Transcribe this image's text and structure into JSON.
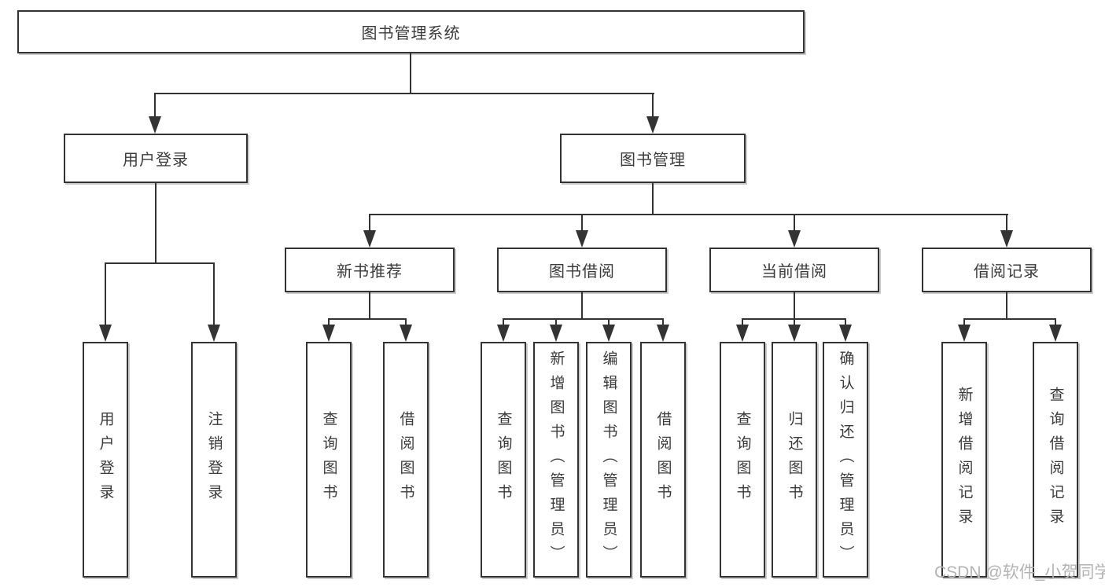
{
  "colors": {
    "line": "#333333",
    "text": "#3b3b3b",
    "watermark": "#b3b3b3",
    "background": "#ffffff"
  },
  "watermark": {
    "text": "CSDN @软件_小贺同学"
  },
  "diagram": {
    "type": "hierarchy-tree",
    "root": {
      "label": "图书管理系统"
    },
    "branches": [
      {
        "label": "用户登录",
        "children": [
          {
            "label": "用户登录"
          },
          {
            "label": "注销登录"
          }
        ]
      },
      {
        "label": "图书管理",
        "children": [
          {
            "label": "新书推荐",
            "children": [
              {
                "label": "查询图书"
              },
              {
                "label": "借阅图书"
              }
            ]
          },
          {
            "label": "图书借阅",
            "children": [
              {
                "label": "查询图书"
              },
              {
                "label": "新增图书（管理员）"
              },
              {
                "label": "编辑图书（管理员）"
              },
              {
                "label": "借阅图书"
              }
            ]
          },
          {
            "label": "当前借阅",
            "children": [
              {
                "label": "查询图书"
              },
              {
                "label": "归还图书"
              },
              {
                "label": "确认归还（管理员）"
              }
            ]
          },
          {
            "label": "借阅记录",
            "children": [
              {
                "label": "新增借阅记录"
              },
              {
                "label": "查询借阅记录"
              }
            ]
          }
        ]
      }
    ]
  }
}
